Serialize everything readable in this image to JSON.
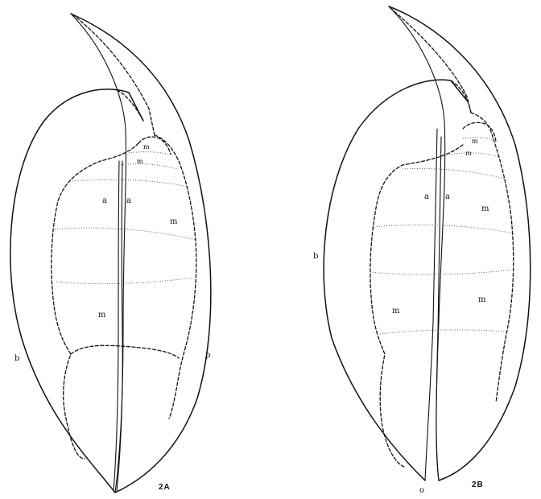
{
  "figure_left": {
    "caption": "2A",
    "labels": {
      "a_left": "a",
      "a_right": "a",
      "m_top1": "m",
      "m_top2": "m",
      "m_right": "m",
      "m_mid": "m",
      "b": "b",
      "p": "p"
    }
  },
  "figure_right": {
    "caption": "2B",
    "labels": {
      "a_left": "a",
      "a_right": "a",
      "m_top1": "m",
      "m_top2": "m",
      "m_right": "m",
      "m_left_low": "m",
      "m_right_low": "m",
      "b": "b",
      "o": "o"
    }
  }
}
